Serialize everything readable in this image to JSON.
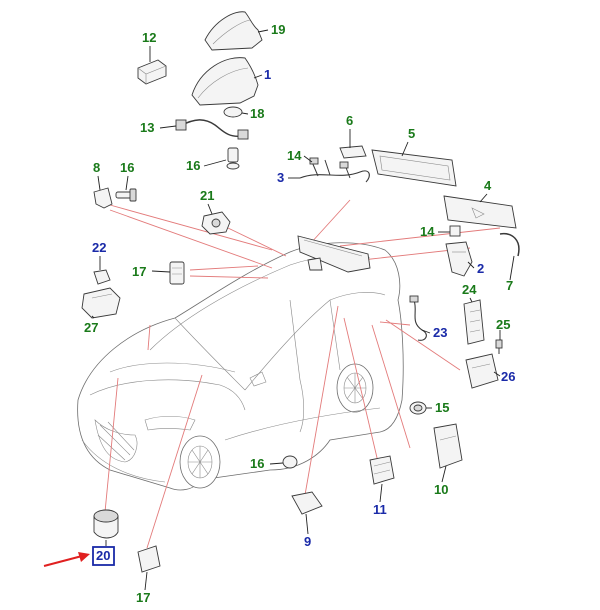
{
  "colors": {
    "label_green": "#1a7a1a",
    "label_blue": "#1a2aa8",
    "leader_red": "#e37b7b",
    "leader_black": "#222222",
    "highlight_box": "#1a2aa8",
    "pointer_arrow": "#e02020"
  },
  "callouts": [
    {
      "id": "c19",
      "text": "19",
      "color": "green"
    },
    {
      "id": "c12",
      "text": "12",
      "color": "green"
    },
    {
      "id": "c1",
      "text": "1",
      "color": "blue"
    },
    {
      "id": "c13",
      "text": "13",
      "color": "green"
    },
    {
      "id": "c18",
      "text": "18",
      "color": "green"
    },
    {
      "id": "c16a",
      "text": "16",
      "color": "green"
    },
    {
      "id": "c6",
      "text": "6",
      "color": "green"
    },
    {
      "id": "c5",
      "text": "5",
      "color": "green"
    },
    {
      "id": "c14a",
      "text": "14",
      "color": "green"
    },
    {
      "id": "c3",
      "text": "3",
      "color": "blue"
    },
    {
      "id": "c8",
      "text": "8",
      "color": "green"
    },
    {
      "id": "c16b",
      "text": "16",
      "color": "green"
    },
    {
      "id": "c21",
      "text": "21",
      "color": "green"
    },
    {
      "id": "c4",
      "text": "4",
      "color": "green"
    },
    {
      "id": "c14b",
      "text": "14",
      "color": "green"
    },
    {
      "id": "c2",
      "text": "2",
      "color": "blue"
    },
    {
      "id": "c7",
      "text": "7",
      "color": "green"
    },
    {
      "id": "c22",
      "text": "22",
      "color": "blue"
    },
    {
      "id": "c17a",
      "text": "17",
      "color": "green"
    },
    {
      "id": "c27",
      "text": "27",
      "color": "green"
    },
    {
      "id": "c24",
      "text": "24",
      "color": "green"
    },
    {
      "id": "c23",
      "text": "23",
      "color": "blue"
    },
    {
      "id": "c25",
      "text": "25",
      "color": "green"
    },
    {
      "id": "c26",
      "text": "26",
      "color": "blue"
    },
    {
      "id": "c15",
      "text": "15",
      "color": "green"
    },
    {
      "id": "c10",
      "text": "10",
      "color": "green"
    },
    {
      "id": "c16c",
      "text": "16",
      "color": "green"
    },
    {
      "id": "c11",
      "text": "11",
      "color": "blue"
    },
    {
      "id": "c9",
      "text": "9",
      "color": "blue"
    },
    {
      "id": "c20",
      "text": "20",
      "color": "blue",
      "highlighted": true
    },
    {
      "id": "c17b",
      "text": "17",
      "color": "green"
    }
  ]
}
